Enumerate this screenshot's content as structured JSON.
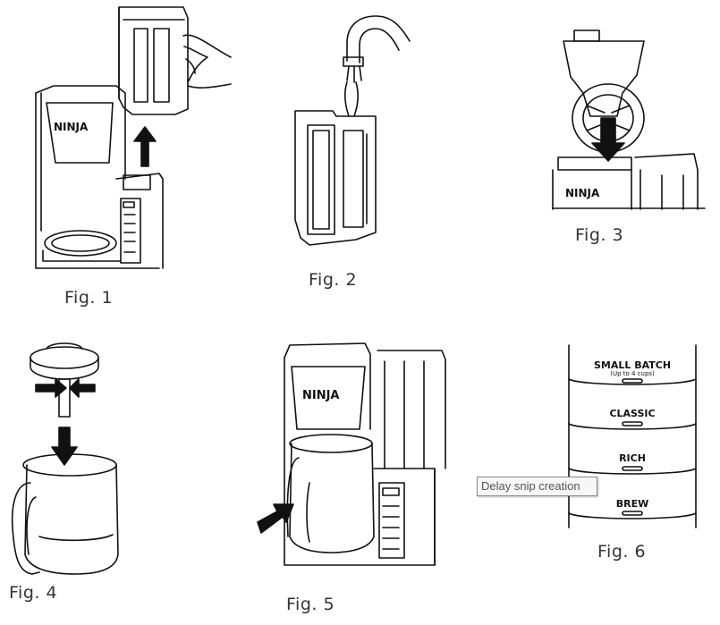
{
  "figures": {
    "fig1": {
      "caption": "Fig. 1",
      "brand": "NINJA"
    },
    "fig2": {
      "caption": "Fig. 2"
    },
    "fig3": {
      "caption": "Fig. 3",
      "brand": "NINJA"
    },
    "fig4": {
      "caption": "Fig. 4"
    },
    "fig5": {
      "caption": "Fig. 5",
      "brand": "NINJA"
    },
    "fig6": {
      "caption": "Fig. 6",
      "buttons": [
        {
          "label": "SMALL BATCH",
          "sub": "(Up to 4 cups)"
        },
        {
          "label": "CLASSIC"
        },
        {
          "label": "RICH"
        },
        {
          "label": "BREW"
        }
      ]
    }
  },
  "tooltip": {
    "text": "Delay snip creation"
  }
}
